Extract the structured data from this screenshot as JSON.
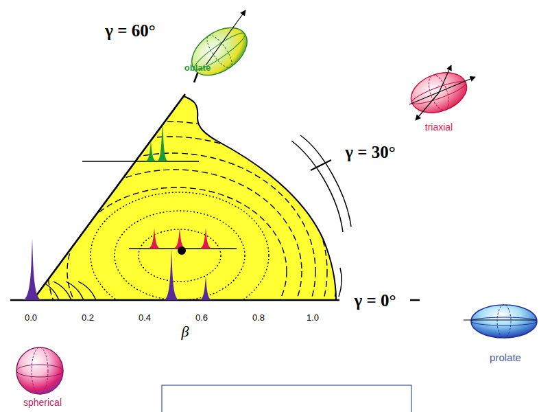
{
  "diagram": {
    "labels": [
      "γ = 60°",
      "oblate",
      "triaxial",
      "γ = 30°",
      "γ = 0°",
      "prolate",
      "spherical",
      "0.0",
      "0.2",
      "0.4",
      "0.6",
      "0.8",
      "1.0",
      "β"
    ]
  }
}
